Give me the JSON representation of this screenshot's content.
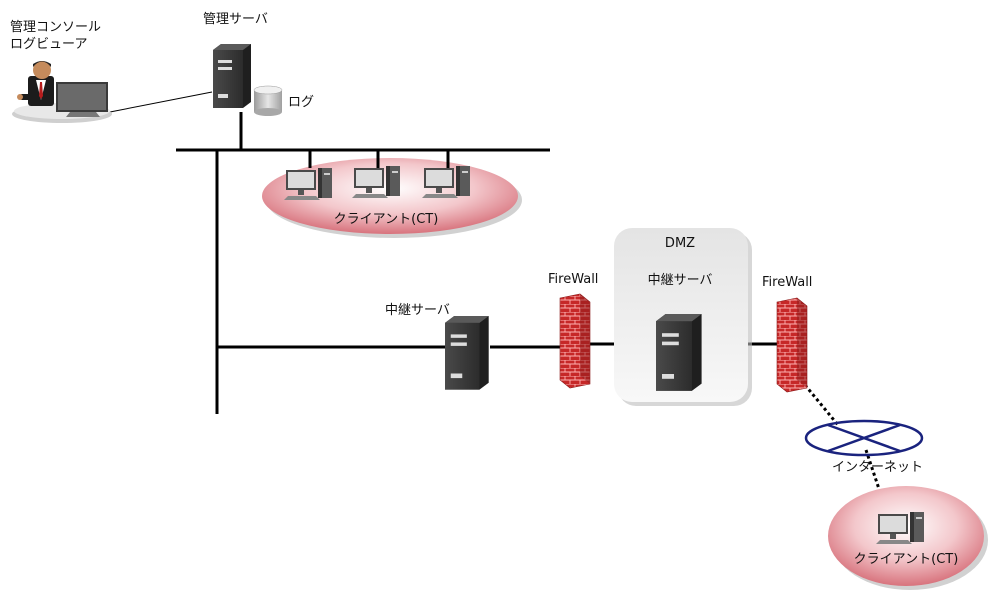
{
  "labels": {
    "console_line1": "管理コンソール",
    "console_line2": "ログビューア",
    "mgmt_server": "管理サーバ",
    "log": "ログ",
    "client_group_top": "クライアント(CT)",
    "relay_server_internal": "中継サーバ",
    "firewall_left": "FireWall",
    "dmz": "DMZ",
    "relay_server_dmz": "中継サーバ",
    "firewall_right": "FireWall",
    "internet": "インターネット",
    "client_group_bottom": "クライアント(CT)"
  },
  "colors": {
    "line": "#000000",
    "client_group_fill": "#e8a0a8",
    "firewall": "#c8282c",
    "internet": "#1a237e",
    "server": "#3a3a3a"
  }
}
